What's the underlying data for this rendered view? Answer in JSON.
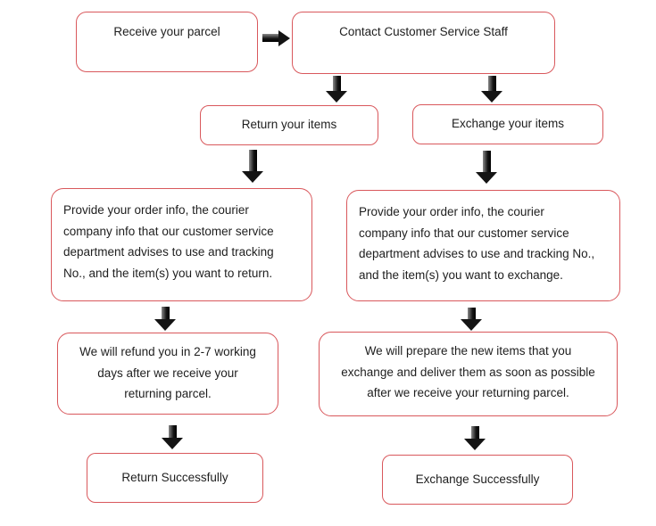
{
  "flowchart": {
    "nodes": {
      "receive_parcel": {
        "label": "Receive your parcel"
      },
      "contact_cs": {
        "label": "Contact Customer Service Staff"
      },
      "return_items": {
        "label": "Return your items"
      },
      "exchange_items": {
        "label": "Exchange your items"
      },
      "return_details": {
        "lines": [
          "Provide your order info, the courier",
          "company info that our customer service",
          "department advises to use and tracking",
          "No., and the item(s) you want to return."
        ]
      },
      "exchange_details": {
        "lines": [
          "Provide your order info, the courier",
          "company info that our customer service",
          "department advises to use and tracking No.,",
          "and the item(s) you want to exchange."
        ]
      },
      "refund": {
        "lines": [
          "We will refund you in 2-7 working",
          "days after we receive your",
          "returning parcel."
        ]
      },
      "prepare_items": {
        "lines": [
          "We will prepare the new items that you",
          "exchange  and deliver them as soon as possible",
          "after we receive your returning parcel."
        ]
      },
      "return_success": {
        "label": "Return Successfully"
      },
      "exchange_success": {
        "label": "Exchange Successfully"
      }
    },
    "colors": {
      "box_border": "#d9585c",
      "arrow_fill": "#141414",
      "text": "#1e1e1e",
      "background": "#ffffff"
    }
  }
}
